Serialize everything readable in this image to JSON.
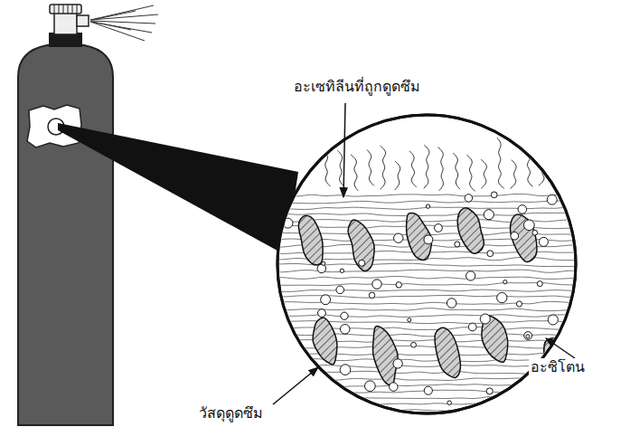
{
  "diagram": {
    "labels": [
      "อะเซทิลีนที่ถูกดูดซึม",
      "อะซิโตน",
      "วัสดุดูดซึม"
    ]
  }
}
